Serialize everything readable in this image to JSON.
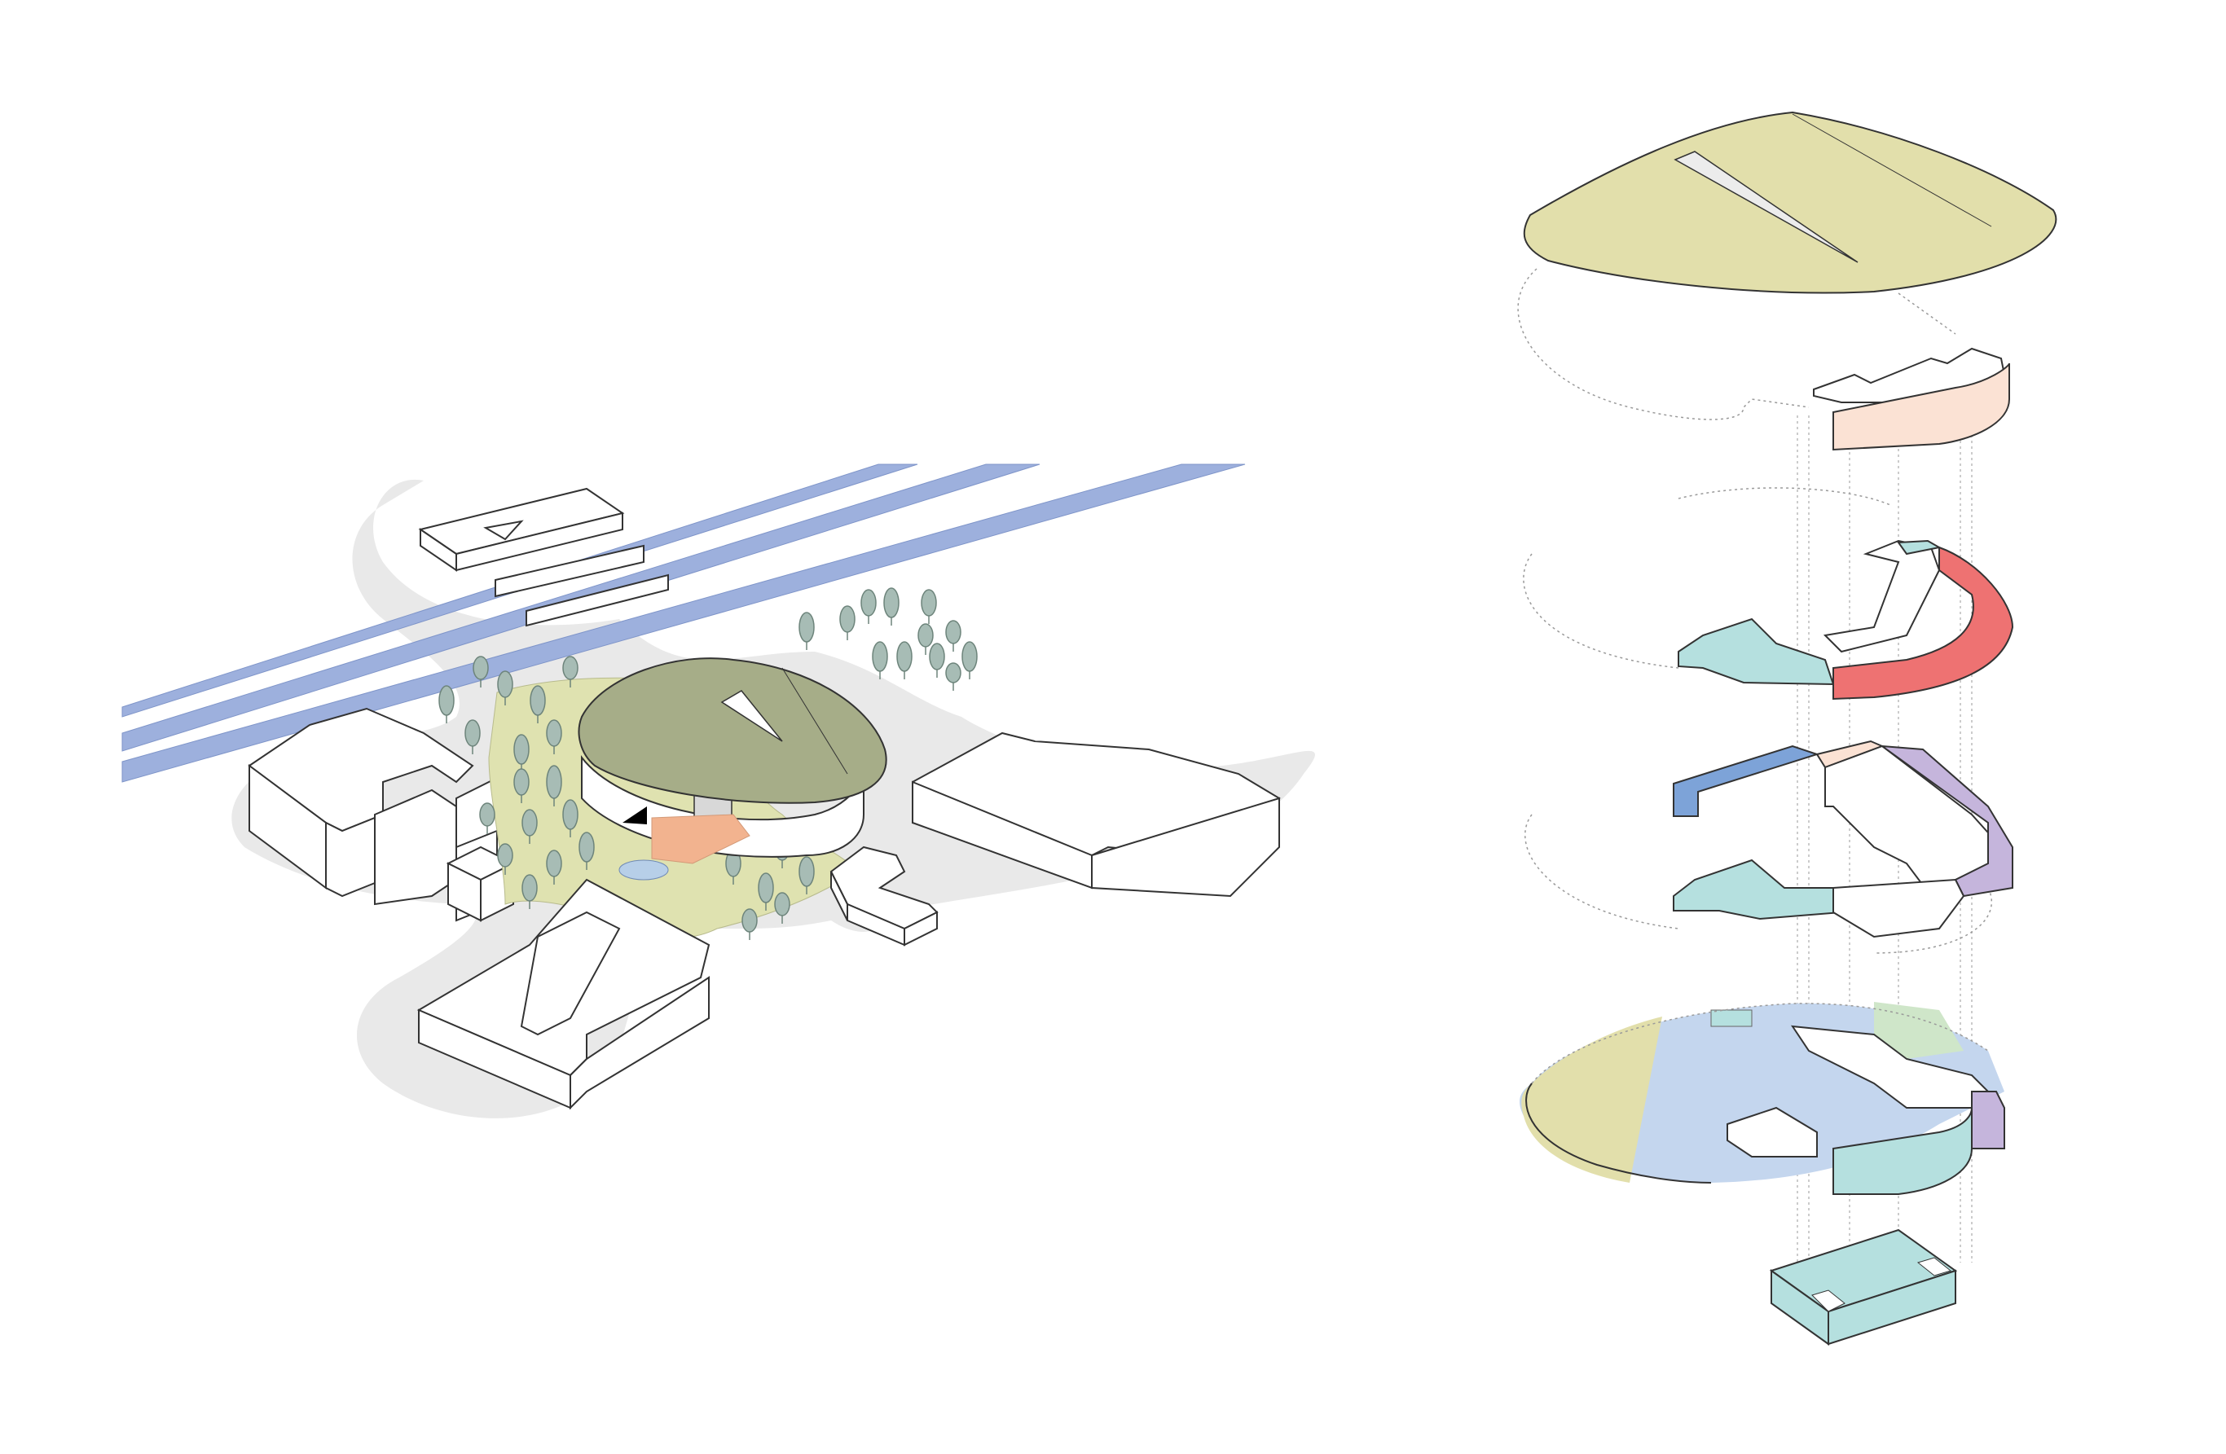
{
  "diagram": {
    "site_axonometric": {
      "components": [
        "site-ground",
        "rail-lines",
        "existing-buildings",
        "trees",
        "new-building-roof",
        "entrance-marker",
        "plaza",
        "pond"
      ]
    },
    "exploded_axonometric": {
      "levels": [
        "roof",
        "level-4",
        "level-3",
        "level-2",
        "ground-floor",
        "basement"
      ]
    },
    "colors": {
      "roof": "#e2dfab",
      "rail": "#9db0dd",
      "green_roof": "#a6ad88",
      "ground_green": "#dfe2b0",
      "peach": "#fbe2d4",
      "red": "#ee7272",
      "teal": "#b5e0df",
      "blue": "#7da3d8",
      "purple": "#c5b5dc",
      "light_blue": "#c4d6ee",
      "light_green": "#cfe6c9",
      "tree": "#a7bcb5"
    }
  }
}
